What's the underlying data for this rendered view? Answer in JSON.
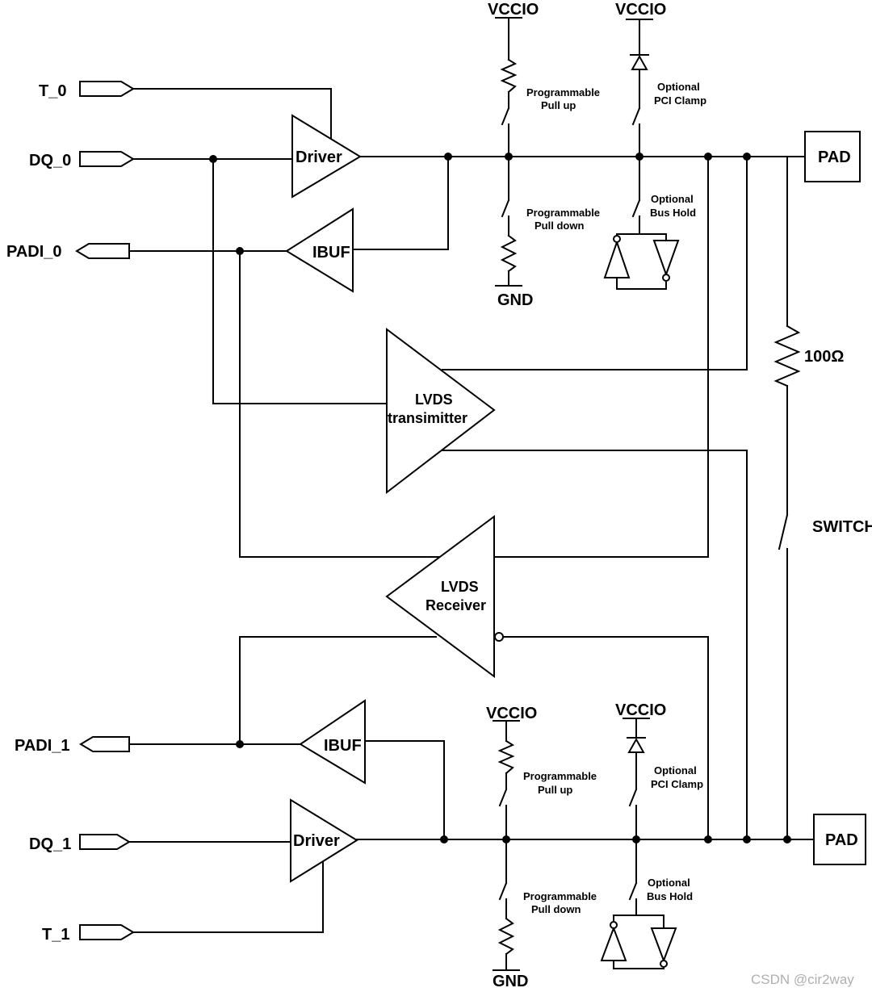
{
  "ports": {
    "t0": "T_0",
    "dq0": "DQ_0",
    "padi0": "PADI_0",
    "padi1": "PADI_1",
    "dq1": "DQ_1",
    "t1": "T_1"
  },
  "blocks": {
    "driver_top": "Driver",
    "ibuf_top": "IBUF",
    "lvds_tx_line1": "LVDS",
    "lvds_tx_line2": "transimitter",
    "lvds_rx_line1": "LVDS",
    "lvds_rx_line2": "Receiver",
    "ibuf_bottom": "IBUF",
    "driver_bottom": "Driver"
  },
  "rails": {
    "vccio_pullup_top": "VCCIO",
    "vccio_clamp_top": "VCCIO",
    "gnd_top": "GND",
    "vccio_pullup_bottom": "VCCIO",
    "vccio_clamp_bottom": "VCCIO",
    "gnd_bottom": "GND"
  },
  "annotations": {
    "pullup_top_1": "Programmable",
    "pullup_top_2": "Pull up",
    "pulldown_top_1": "Programmable",
    "pulldown_top_2": "Pull down",
    "clamp_top_1": "Optional",
    "clamp_top_2": "PCI Clamp",
    "bushold_top_1": "Optional",
    "bushold_top_2": "Bus Hold",
    "pullup_bottom_1": "Programmable",
    "pullup_bottom_2": "Pull up",
    "pulldown_bottom_1": "Programmable",
    "pulldown_bottom_2": "Pull down",
    "clamp_bottom_1": "Optional",
    "clamp_bottom_2": "PCI Clamp",
    "bushold_bottom_1": "Optional",
    "bushold_bottom_2": "Bus Hold"
  },
  "pads": {
    "top": "PAD",
    "bottom": "PAD"
  },
  "termination": {
    "resistor": "100Ω",
    "switch": "SWITCH"
  },
  "watermark": "CSDN @cir2way"
}
